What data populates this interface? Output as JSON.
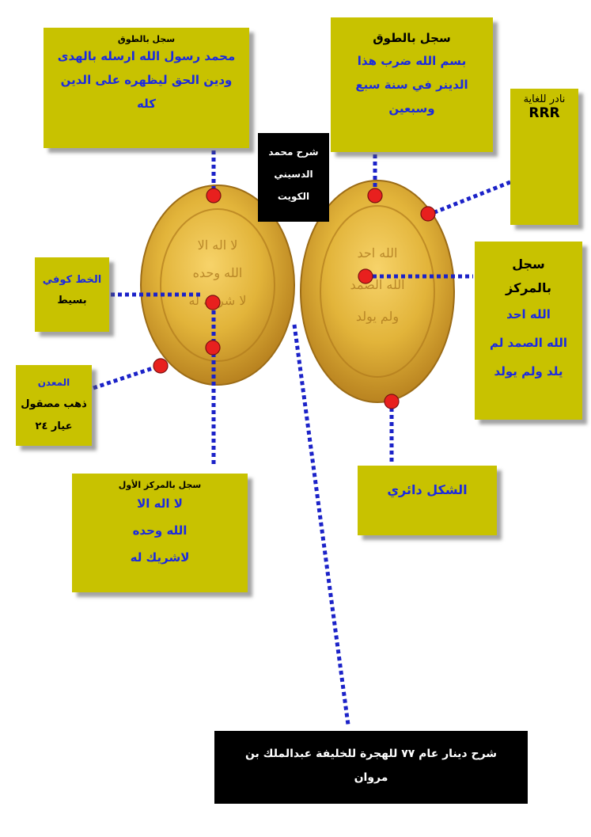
{
  "box_margin_left": {
    "title": "سجل بالطوق",
    "lines": [
      "محمد رسول الله ارسله بالهدى",
      "ودين الحق ليظهره على الدين",
      "كله"
    ]
  },
  "box_margin_right": {
    "title": "سجل بالطوق",
    "lines": [
      "بسم الله ضرب هذا",
      "الدينر في سنة سبع",
      "وسبعين"
    ]
  },
  "box_author": {
    "lines": [
      "شرح محمد",
      "الدسيني",
      "الكويت"
    ]
  },
  "box_rarity": {
    "label": "نادر للغاية",
    "value": "RRR"
  },
  "box_script": {
    "lines": [
      "الخط كوفي",
      "بسيط"
    ]
  },
  "box_metal": {
    "lines": [
      "المعدن",
      "ذهب مصقول",
      "عيار ٢٤"
    ]
  },
  "box_center_right": {
    "title_lines": [
      "سجل",
      "بالمركز"
    ],
    "lines": [
      "الله احد",
      "الله الصمد لم",
      "يلد ولم يولد"
    ]
  },
  "box_shape": {
    "text": "الشكل دائري"
  },
  "box_center_left": {
    "title": "سجل بالمركز الأول",
    "lines": [
      "لا اله الا",
      "الله وحده",
      "لاشريك له"
    ]
  },
  "caption": {
    "line1": "شرح دينار عام ٧٧ للهجرة للخليفة عبدالملك بن",
    "line2": "مروان"
  },
  "colors": {
    "box_bg": "#c8c200",
    "blue_text": "#1a2ae0",
    "marker_red": "#e8201e",
    "connector_blue": "#1b22c8",
    "gold": "#d9a92a"
  }
}
